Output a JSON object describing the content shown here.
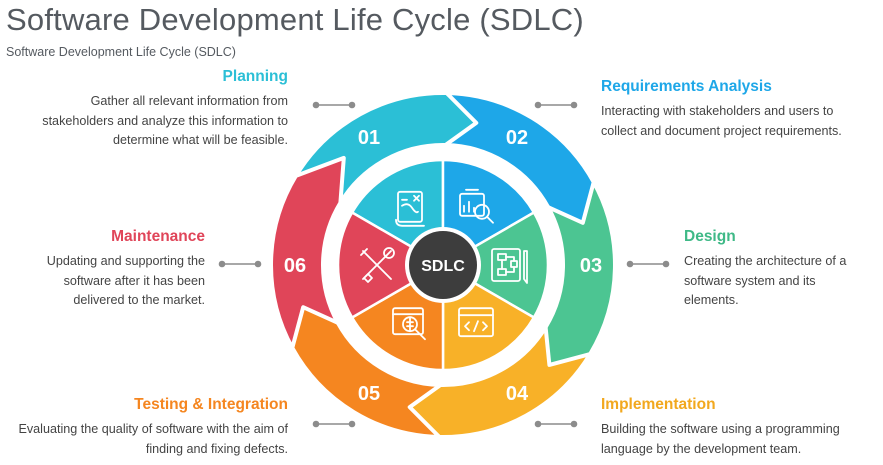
{
  "title": "Software Development Life Cycle (SDLC)",
  "subtitle": "Software Development Life Cycle (SDLC)",
  "center_label": "SDLC",
  "stages": [
    {
      "number": "01",
      "title": "Planning",
      "description": "Gather all relevant information from stakeholders and analyze this information to determine what will be feasible.",
      "color": "#2bbfd6",
      "icon": "clipboard-plan-icon"
    },
    {
      "number": "02",
      "title": "Requirements Analysis",
      "description": "Interacting with stakeholders and users to collect and document project requirements.",
      "color": "#1ea7e8",
      "icon": "report-magnifier-icon"
    },
    {
      "number": "03",
      "title": "Design",
      "description": "Creating the architecture of a software system and its elements.",
      "color": "#4cc592",
      "icon": "blueprint-flowchart-icon"
    },
    {
      "number": "04",
      "title": "Implementation",
      "description": "Building the software using a programming language by the development team.",
      "color": "#f8b128",
      "icon": "code-window-icon"
    },
    {
      "number": "05",
      "title": "Testing & Integration",
      "description": "Evaluating the quality of software with the aim of finding and fixing defects.",
      "color": "#f58620",
      "icon": "bug-search-icon"
    },
    {
      "number": "06",
      "title": "Maintenance",
      "description": "Updating and supporting the software after it has been delivered to the market.",
      "color": "#e04559",
      "icon": "tools-icon"
    }
  ]
}
